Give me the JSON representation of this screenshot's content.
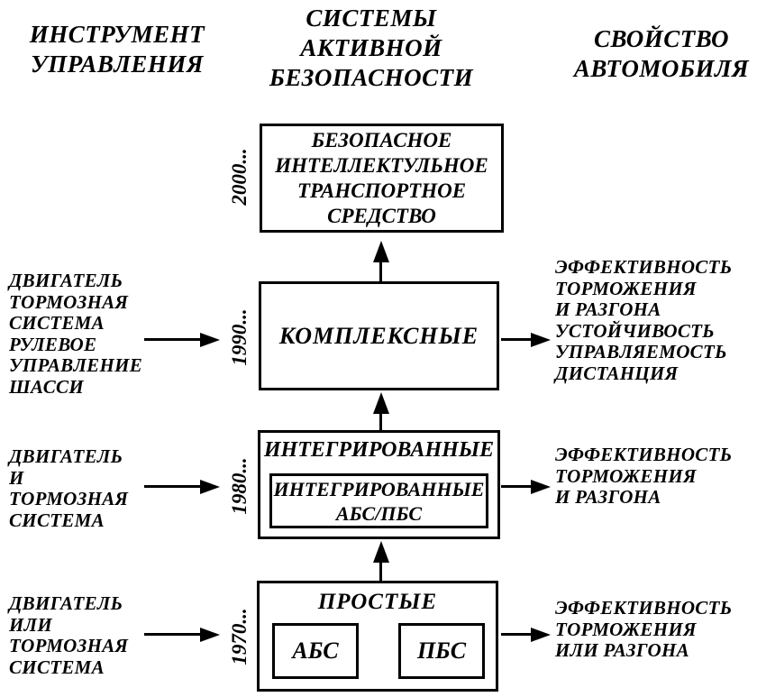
{
  "colors": {
    "ink": "#000000",
    "paper": "#ffffff"
  },
  "headers": {
    "left": "ИНСТРУМЕНТ\nУПРАВЛЕНИЯ",
    "center": "СИСТЕМЫ\nАКТИВНОЙ\nБЕЗОПАСНОСТИ",
    "right": "СВОЙСТВО\nАВТОМОБИЛЯ"
  },
  "levels": {
    "l2000": {
      "year": "2000...",
      "box": "БЕЗОПАСНОЕ\nИНТЕЛЛЕКТУЛЬНОЕ\nТРАНСПОРТНОЕ\nСРЕДСТВО"
    },
    "l1990": {
      "year": "1990...",
      "box": "КОМПЛЕКСНЫЕ",
      "control_tool": "ДВИГАТЕЛЬ\nТОРМОЗНАЯ\nСИСТЕМА\nРУЛЕВОЕ\nУПРАВЛЕНИЕ\nШАССИ",
      "vehicle_property": "ЭФФЕКТИВНОСТЬ\nТОРМОЖЕНИЯ\nИ РАЗГОНА\nУСТОЙЧИВОСТЬ\nУПРАВЛЯЕМОСТЬ\nДИСТАНЦИЯ"
    },
    "l1980": {
      "year": "1980...",
      "box_title": "ИНТЕГРИРОВАННЫЕ",
      "box_inner": "ИНТЕГРИРОВАННЫЕ\nАБС/ПБС",
      "control_tool": "ДВИГАТЕЛЬ\nИ\nТОРМОЗНАЯ\nСИСТЕМА",
      "vehicle_property": "ЭФФЕКТИВНОСТЬ\nТОРМОЖЕНИЯ\nИ РАЗГОНА"
    },
    "l1970": {
      "year": "1970...",
      "box_title": "ПРОСТЫЕ",
      "box_inner_left": "АБС",
      "box_inner_right": "ПБС",
      "control_tool": "ДВИГАТЕЛЬ\nИЛИ\nТОРМОЗНАЯ\nСИСТЕМА",
      "vehicle_property": "ЭФФЕКТИВНОСТЬ\nТОРМОЖЕНИЯ\nИЛИ РАЗГОНА"
    }
  }
}
